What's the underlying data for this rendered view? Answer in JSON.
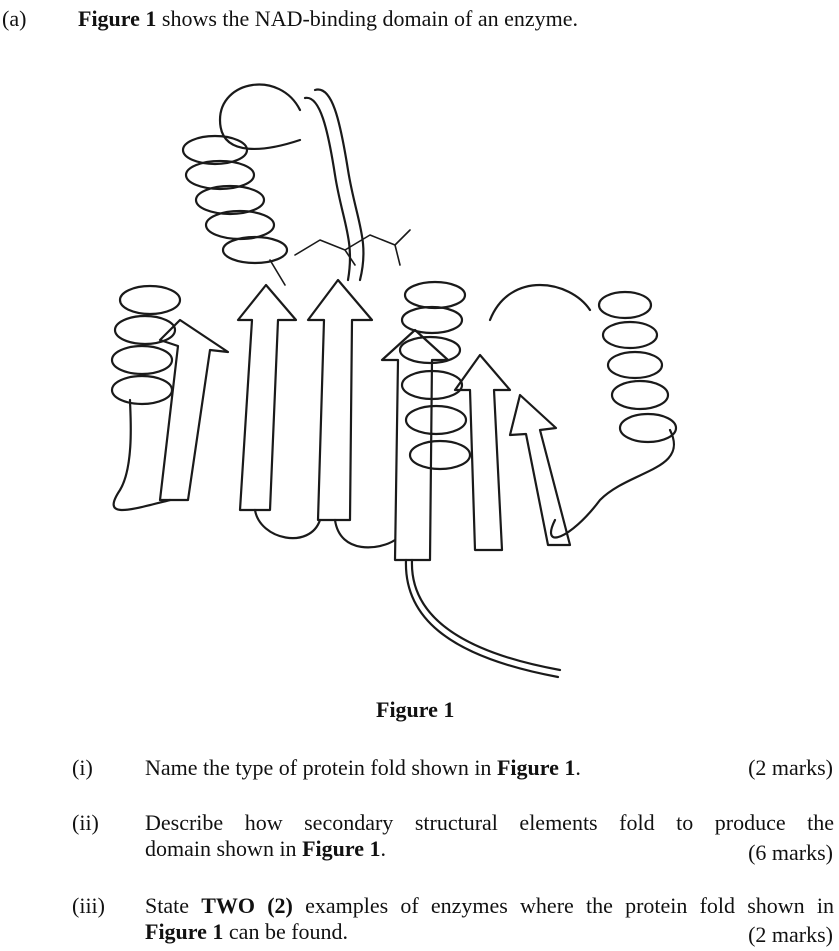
{
  "part_label": "(a)",
  "intro": {
    "figure_ref": "Figure 1",
    "text": " shows the NAD-binding domain of an enzyme."
  },
  "figure": {
    "caption": "Figure 1"
  },
  "questions": [
    {
      "num": "(i)",
      "line1_pre": "Name the type of protein fold shown in ",
      "line1_bold": "Figure 1",
      "line1_post": ".",
      "marks": "(2 marks)"
    },
    {
      "num": "(ii)",
      "line1": "Describe how secondary structural elements fold to produce the",
      "line2_pre": "domain shown in ",
      "line2_bold": "Figure 1",
      "line2_post": ".",
      "marks": "(6 marks)"
    },
    {
      "num": "(iii)",
      "line1_pre": "State ",
      "line1_bold": "TWO (2)",
      "line1_post": " examples of enzymes where the protein fold shown in",
      "line2_bold": "Figure 1",
      "line2_post": " can be found.",
      "marks": "(2 marks)"
    }
  ]
}
